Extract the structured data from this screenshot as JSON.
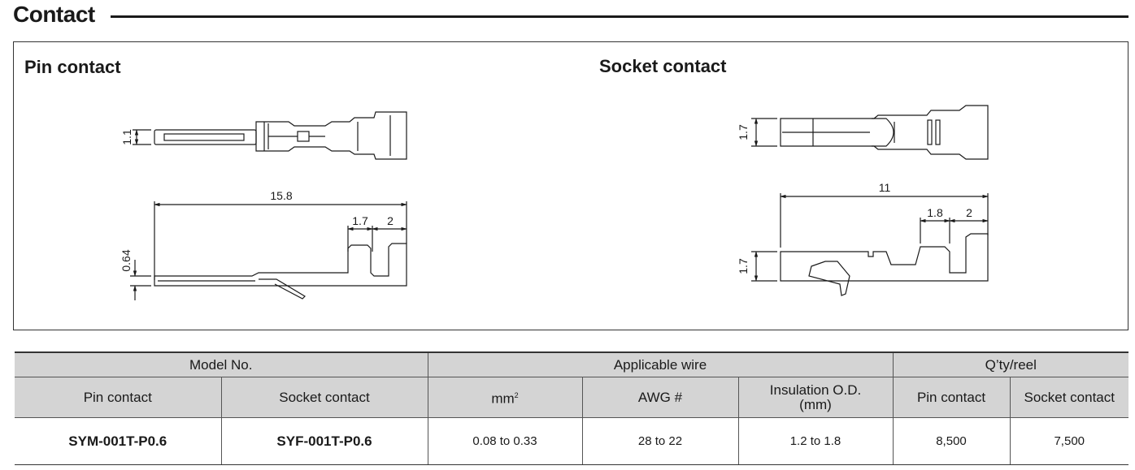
{
  "section": {
    "title": "Contact"
  },
  "pin": {
    "heading": "Pin contact",
    "dims": {
      "height": "1.1",
      "length": "15.8",
      "crimp1": "1.7",
      "crimp2": "2",
      "thickness": "0.64"
    }
  },
  "socket": {
    "heading": "Socket contact",
    "dims": {
      "height": "1.7",
      "length": "11",
      "crimp1": "1.8",
      "crimp2": "2",
      "side_height": "1.7"
    }
  },
  "table": {
    "group_headers": {
      "model": "Model No.",
      "wire": "Applicable wire",
      "qty": "Q’ty/reel"
    },
    "sub_headers": {
      "pin": "Pin contact",
      "socket": "Socket contact",
      "mm2": "mm",
      "mm2_sup": "2",
      "awg": "AWG #",
      "insulation_line1": "Insulation O.D.",
      "insulation_line2": "(mm)",
      "qty_pin": "Pin contact",
      "qty_socket": "Socket contact"
    },
    "row": {
      "pin_model": "SYM-001T-P0.6",
      "socket_model": "SYF-001T-P0.6",
      "mm2": "0.08 to 0.33",
      "awg": "28 to 22",
      "insulation": "1.2 to 1.8",
      "qty_pin": "8,500",
      "qty_socket": "7,500"
    }
  }
}
